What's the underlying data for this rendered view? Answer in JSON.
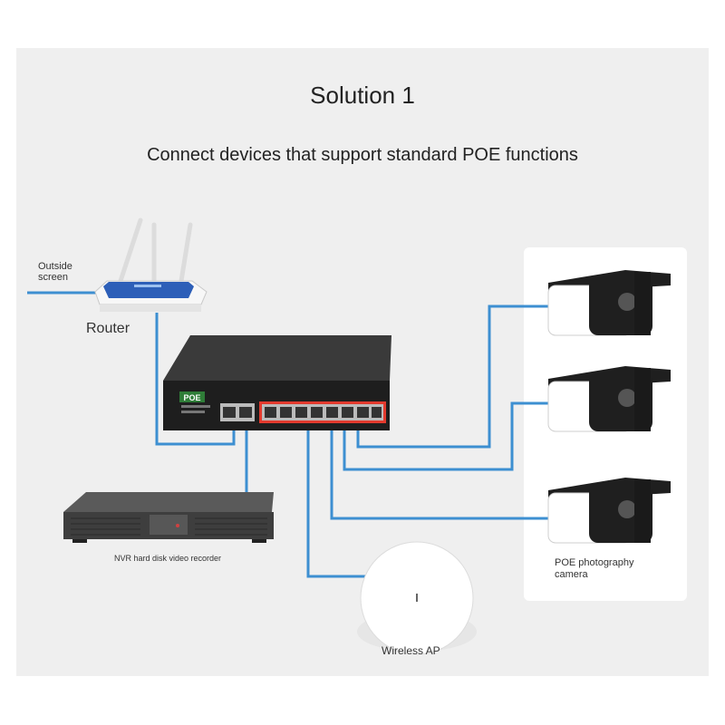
{
  "title": "Solution 1",
  "subtitle": "Connect devices that support standard POE functions",
  "labels": {
    "outside_screen_line1": "Outside",
    "outside_screen_line2": "screen",
    "router": "Router",
    "nvr": "NVR hard disk video recorder",
    "wireless_ap": "Wireless AP",
    "camera_line1": "POE photography",
    "camera_line2": "camera"
  },
  "switch_badge": "POE",
  "colors": {
    "cable": "#3d8fd1",
    "background": "#efefef",
    "switch_body": "#1e1e1e",
    "port_frame": "#e23a2e",
    "router_blue": "#2d5fb8"
  }
}
